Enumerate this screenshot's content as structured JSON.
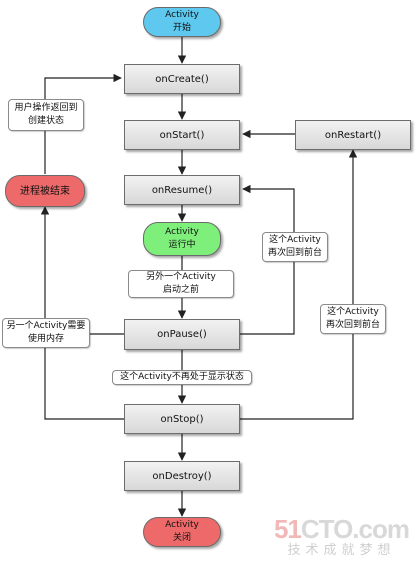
{
  "nodes": {
    "activity_start": {
      "line1": "Activity",
      "line2": "开始"
    },
    "on_create": "onCreate()",
    "on_start": "onStart()",
    "on_restart": "onRestart()",
    "on_resume": "onResume()",
    "activity_running": {
      "line1": "Activity",
      "line2": "运行中"
    },
    "on_pause": "onPause()",
    "on_stop": "onStop()",
    "on_destroy": "onDestroy()",
    "activity_end": {
      "line1": "Activity",
      "line2": "关闭"
    },
    "process_killed": "进程被结束"
  },
  "labels": {
    "user_navigates_back": {
      "line1": "用户操作返回到",
      "line2": "创建状态"
    },
    "another_activity_front": {
      "line1": "另外一个Activity",
      "line2": "启动之前"
    },
    "returns_foreground_1": {
      "line1": "这个Activity",
      "line2": "再次回到前台"
    },
    "returns_foreground_2": {
      "line1": "这个Activity",
      "line2": "再次回到前台"
    },
    "other_needs_memory": {
      "line1": "另一个Activity需要",
      "line2": "使用内存"
    },
    "no_longer_visible": "这个Activity不再处于显示状态"
  },
  "watermark": {
    "brand_prefix": "51",
    "brand_suffix": "CTO.com",
    "tagline": "技术成就梦想"
  },
  "colors": {
    "start": "#5ec8ee",
    "running": "#7fef7c",
    "killed": "#ee6a6a",
    "end": "#ee6a6a",
    "box": "#e6e6e6",
    "line": "#222222"
  }
}
